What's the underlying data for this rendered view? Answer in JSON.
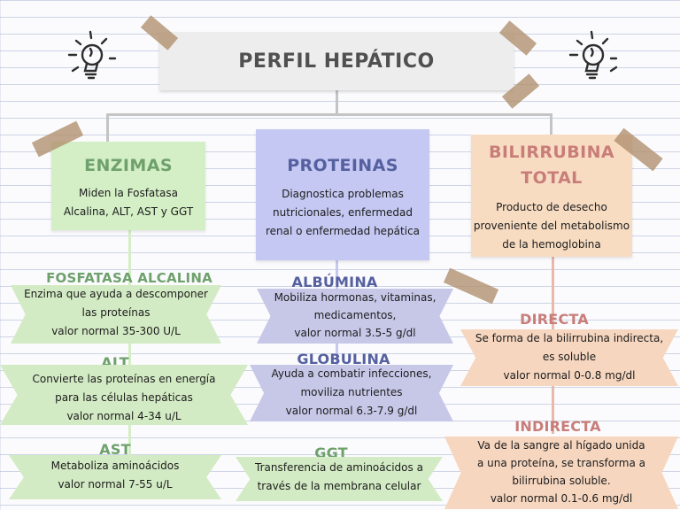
{
  "title": "PERFIL HEPÁTICO",
  "colors": {
    "green_card": "#d4efc6",
    "green_text": "#6ea16c",
    "blue_card": "#c5c8f2",
    "blue_text": "#5560a0",
    "orange_card": "#f7dcc2",
    "orange_text": "#c97d79",
    "tape": "#b08e6c"
  },
  "icons": {
    "left": "lightbulb-icon",
    "right": "lightbulb-icon"
  },
  "enzimas": {
    "header": "ENZIMAS",
    "lines": [
      "Miden la Fosfatasa",
      "Alcalina, ALT, AST y GGT"
    ],
    "fosfatasa": {
      "title": "FOSFATASA ALCALINA",
      "lines": [
        "Enzima que ayuda a descomponer",
        "las proteínas",
        "valor normal 35-300 U/L"
      ]
    },
    "alt": {
      "title": "ALT",
      "lines": [
        "Convierte las proteínas en energía",
        "para las células hepáticas",
        "valor normal 4-34 u/L"
      ]
    },
    "ast": {
      "title": "AST",
      "lines": [
        "Metaboliza aminoácidos",
        "valor normal 7-55 u/L"
      ]
    },
    "ggt": {
      "title": "GGT",
      "lines": [
        "Transferencia de aminoácidos a",
        "través de la membrana celular"
      ]
    }
  },
  "proteinas": {
    "header": "PROTEINAS",
    "lines": [
      "Diagnostica problemas",
      "nutricionales, enfermedad",
      "renal o enfermedad hepática"
    ],
    "albumina": {
      "title": "ALBÚMINA",
      "lines": [
        "Mobiliza hormonas, vitaminas,",
        "medicamentos,",
        "valor normal 3.5-5 g/dl"
      ]
    },
    "globulina": {
      "title": "GLOBULINA",
      "lines": [
        "Ayuda a combatir infecciones,",
        "moviliza nutrientes",
        "valor normal 6.3-7.9 g/dl"
      ]
    }
  },
  "bilirrubina": {
    "header_lines": [
      "BILIRRUBINA",
      "TOTAL"
    ],
    "lines": [
      "Producto de desecho",
      "proveniente del metabolismo",
      "de la hemoglobina"
    ],
    "directa": {
      "title": "DIRECTA",
      "lines": [
        "Se forma de la bilirrubina indirecta,",
        "es soluble",
        "valor normal 0-0.8 mg/dl"
      ]
    },
    "indirecta": {
      "title": "INDIRECTA",
      "lines": [
        "Va de la sangre al hígado unida",
        "a una proteína, se transforma a",
        "bilirrubina soluble.",
        "valor normal 0.1-0.6 mg/dl"
      ]
    }
  }
}
